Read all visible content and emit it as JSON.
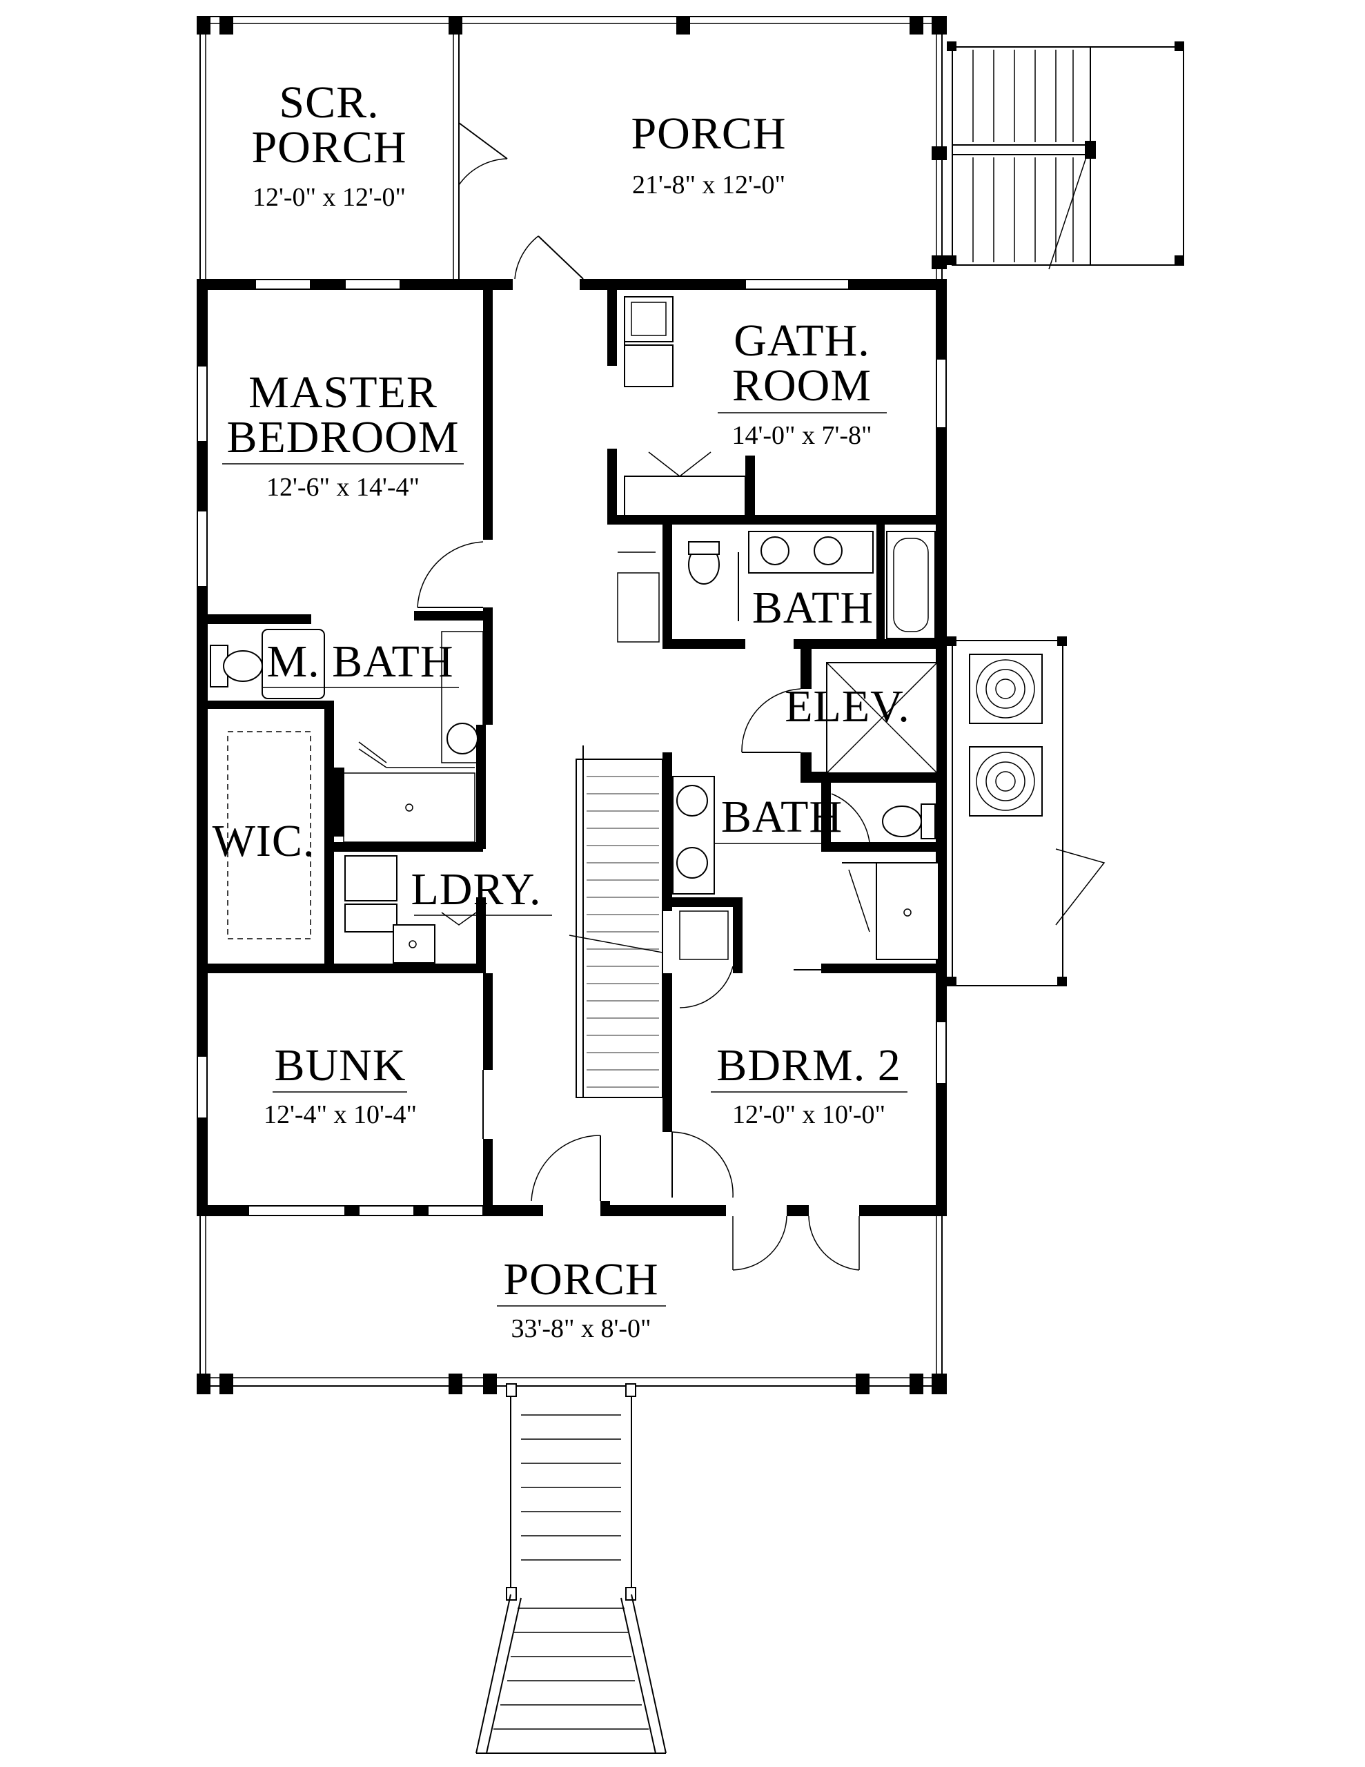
{
  "rooms": {
    "scr_porch": {
      "name_line1": "SCR.",
      "name_line2": "PORCH",
      "size": "12'-0\" x 12'-0\""
    },
    "rear_porch": {
      "name": "PORCH",
      "size": "21'-8\" x 12'-0\""
    },
    "master": {
      "name_line1": "MASTER",
      "name_line2": "BEDROOM",
      "size": "12'-6\" x 14'-4\""
    },
    "gath_room": {
      "name_line1": "GATH.",
      "name_line2": "ROOM",
      "size": "14'-0\" x 7'-8\""
    },
    "bath_upper": {
      "name": "BATH"
    },
    "m_bath": {
      "name": "M. BATH"
    },
    "elev": {
      "name": "ELEV."
    },
    "bath_lower": {
      "name": "BATH"
    },
    "wic": {
      "name": "WIC."
    },
    "ldry": {
      "name": "LDRY."
    },
    "bunk": {
      "name": "BUNK",
      "size": "12'-4\" x 10'-4\""
    },
    "bdrm2": {
      "name": "BDRM. 2",
      "size": "12'-0\" x 10'-0\""
    },
    "front_porch": {
      "name": "PORCH",
      "size": "33'-8\" x 8'-0\""
    }
  },
  "colors": {
    "wall": "#000000",
    "background": "#ffffff",
    "thin_line": "#000000",
    "stair_rail": "#555555"
  }
}
